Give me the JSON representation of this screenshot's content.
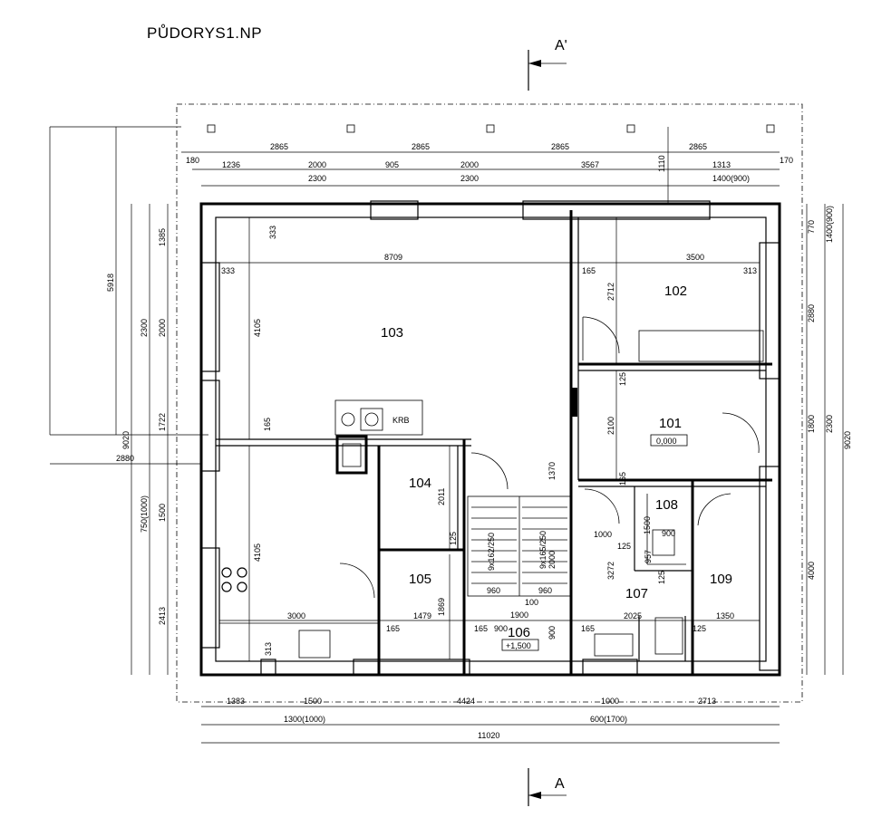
{
  "title": "PŮDORYS1.NP",
  "section_marks": {
    "top": "A'",
    "bottom": "A"
  },
  "rooms": {
    "r101": "101",
    "r101_level": "0,000",
    "r102": "102",
    "r103": "103",
    "r104": "104",
    "r105": "105",
    "r106": "106",
    "r106_level": "+1,500",
    "r107": "107",
    "r108": "108",
    "r109": "109"
  },
  "equipment": {
    "fireplace": "KRB"
  },
  "dims": {
    "top_row1": [
      "180",
      "2865",
      "2865",
      "2865",
      "2865",
      "170"
    ],
    "top_row2": [
      "1236",
      "2000",
      "905",
      "2000",
      "3567",
      "1313"
    ],
    "top_row3": [
      "2300",
      "2300",
      "1400(900)"
    ],
    "top_1110": "1110",
    "bottom_row1": [
      "1383",
      "1500",
      "4424",
      "1000",
      "2713"
    ],
    "bottom_row2": [
      "1300(1000)",
      "600(1700)"
    ],
    "bottom_total": "11020",
    "left_row1": [
      "1385",
      "2000",
      "1722",
      "1500",
      "2413"
    ],
    "left_row2": [
      "2300",
      "750(1000)"
    ],
    "left_total": "9020",
    "left_5918": "5918",
    "left_2880": "2880",
    "right_row1": [
      "770",
      "2880",
      "1800",
      "4000"
    ],
    "right_row2": [
      "1400(900)",
      "2300"
    ],
    "right_total": "9020",
    "internal": {
      "d8709": "8709",
      "d3500": "3500",
      "d333a": "333",
      "d333b": "333",
      "d165a": "165",
      "d165b": "165",
      "d165c": "165",
      "d165d": "165",
      "d165e": "165",
      "d313a": "313",
      "d313b": "313",
      "d2712": "2712",
      "d4105a": "4105",
      "d4105b": "4105",
      "d125a": "125",
      "d125b": "125",
      "d125c": "125",
      "d125d": "125",
      "d2100": "2100",
      "d1370": "1370",
      "d2011": "2011",
      "d1869": "1869",
      "d3000": "3000",
      "d1479": "1479",
      "d960a": "960",
      "d960b": "960",
      "d1900": "1900",
      "d100": "100",
      "d900a": "900",
      "d900b": "900",
      "d1000": "1000",
      "d1500": "1500",
      "d2000": "2000",
      "d3272": "3272",
      "d2025": "2025",
      "d1350": "1350",
      "d957": "957",
      "d900c": "900",
      "stair1": "9x162/250",
      "stair2": "9x165/250"
    }
  }
}
